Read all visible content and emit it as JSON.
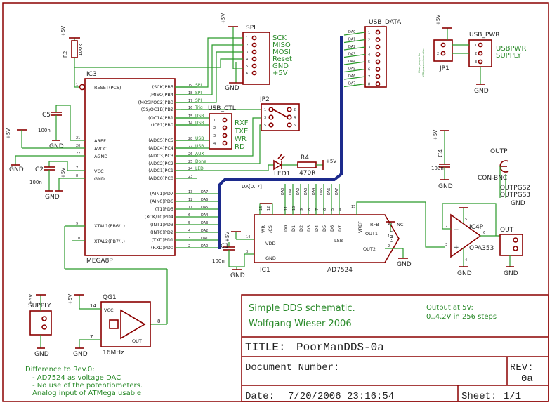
{
  "title_block": {
    "heading_line1": "Simple DDS schematic.",
    "heading_line2": "Wolfgang Wieser 2006",
    "output_note_line1": "Output at 5V:",
    "output_note_line2": "0..4.2V in 256 steps",
    "title_label": "TITLE:",
    "title_value": "PoorManDDS-0a",
    "docnum_label": "Document Number:",
    "rev_label": "REV:",
    "rev_value": "0a",
    "date_label": "Date:",
    "date_value": "7/20/2006 23:16:54",
    "sheet_label": "Sheet:",
    "sheet_value": "1/1"
  },
  "notes": {
    "diff_heading": "Difference to Rev.0:",
    "diff_line1": "- AD7524 as voltage DAC",
    "diff_line2": "- No use of the potentiometers.",
    "diff_line3": "Analog input of ATMega usable",
    "jumper_note_line1": "Close jumper for",
    "jumper_note_line2": "USB-powered operation"
  },
  "parts": {
    "ic3": "IC3",
    "ic3_value": "MEGA8P",
    "ic1": "IC1",
    "ic1_value": "AD7524",
    "ic4": "IC4P",
    "ic4_value": "OPA353",
    "qg1": "QG1",
    "qg1_value": "16MHz",
    "qg1_vcc": "VCC",
    "qg1_out": "OUT",
    "r2": "R2",
    "r2_value": "100k",
    "r4": "R4",
    "r4_value": "470R",
    "led1": "LED1",
    "c5": "C5",
    "c5_value": "100n",
    "c2": "C2",
    "c2_value": "100n",
    "c1": "C1",
    "c1_value": "100n",
    "c4": "C4",
    "c4_value": "100n",
    "jp1": "JP1",
    "jp2": "JP2",
    "spi": "SPI",
    "usb_data": "USB_DATA",
    "usb_ctl": "USB_CTL",
    "usb_pwr": "USB_PWR",
    "supply": "SUPPLY",
    "out": "OUT",
    "outp": "OUTP",
    "con_bnc": "CON-BNC",
    "outpgs2": "OUTPGS2",
    "outpgs3": "OUTPGS3",
    "da_bus": "DA[0..7]",
    "lsb": "LSB",
    "nc": "NC"
  },
  "power": {
    "p5v": "+5V",
    "gnd": "GND"
  },
  "spi_labels": [
    "SCK",
    "MISO",
    "MOSI",
    "Reset",
    "GND",
    "+5V"
  ],
  "usbctl_labels": [
    "RXF",
    "TXE",
    "WR",
    "RD"
  ],
  "usbpwr_labels": [
    "USBPWR",
    "SUPPLY"
  ],
  "mega_left_pins": [
    "RESET(PC6)",
    "AREF",
    "AVCC",
    "AGND",
    "VCC",
    "GND",
    "XTAL1(PB6/..)",
    "XTAL2(PB7/..)"
  ],
  "mega_left_nums": [
    "1",
    "21",
    "20",
    "22",
    "7",
    "8",
    "9",
    "10"
  ],
  "mega_right_pins": [
    "(SCK)PB5",
    "(MISO)PB4",
    "(MOSI/OC2)PB3",
    "(SS/OC1B)PB2",
    "(OC1A)PB1",
    "(ICP1)PB0",
    "(ADC5)PC5",
    "(ADC4)PC4",
    "(ADC3)PC3",
    "(ADC2)PC2",
    "(ADC1)PC1",
    "(ADC0)PC0",
    "(AIN1)PD7",
    "(AIN0)PD6",
    "(T1)PD5",
    "(XCK/T0)PD4",
    "(INT1)PD3",
    "(INT0)PD2",
    "(TXD)PD1",
    "(RXD)PD0"
  ],
  "mega_right_nums": [
    "19",
    "18",
    "17",
    "16",
    "15",
    "14",
    "28",
    "27",
    "26",
    "25",
    "24",
    "23",
    "13",
    "12",
    "11",
    "6",
    "5",
    "4",
    "3",
    "2"
  ],
  "mega_right_nets": [
    "SPI",
    "SPI",
    "SPI",
    "Trig",
    "USB",
    "USB",
    "USB",
    "USB",
    "AUX",
    "Done",
    "LED",
    "",
    "DA7",
    "DA6",
    "DA5",
    "DA4",
    "DA3",
    "DA2",
    "DA1",
    "DA0"
  ],
  "dac_pins": [
    "WR",
    "/CS",
    "VDD",
    "GND",
    "D0",
    "D1",
    "D2",
    "D3",
    "D4",
    "D5",
    "D6",
    "D7",
    "VREF",
    "RFB",
    "OUT1",
    "OUT2"
  ],
  "dac_nums": [
    "13",
    "12",
    "14",
    "3",
    "11",
    "10",
    "9",
    "8",
    "7",
    "6",
    "5",
    "4",
    "15",
    "16",
    "1",
    "2"
  ],
  "dac_nets": [
    "DA0",
    "DA1",
    "DA2",
    "DA3",
    "DA4",
    "DA5",
    "DA6",
    "DA7"
  ],
  "usb_data_nets": [
    "DA0",
    "DA1",
    "DA2",
    "DA3",
    "DA4",
    "DA5",
    "DA6",
    "DA7"
  ],
  "usb_data_nums": [
    "1",
    "2",
    "3",
    "4",
    "5",
    "6",
    "7",
    "8"
  ],
  "opamp_pins": [
    "3",
    "2",
    "6",
    "4",
    "5"
  ]
}
